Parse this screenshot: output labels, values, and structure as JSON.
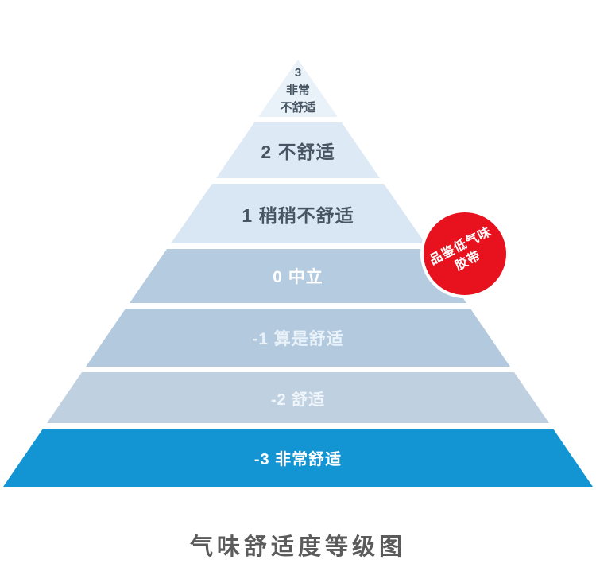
{
  "title": {
    "text": "气味舒适度等级图",
    "color": "#5b5b5b"
  },
  "badge": {
    "lines": [
      "品鉴低气味",
      "胶带"
    ],
    "bg_color": "#e8111e",
    "text_color": "#ffffff"
  },
  "pyramid": {
    "levels": [
      {
        "score": "3",
        "name": "非常不舒适",
        "lines": [
          "3",
          "非常",
          "不舒适"
        ],
        "bg": "#e9f1f9",
        "text_color": "#475562"
      },
      {
        "score": "2",
        "name": "不舒适",
        "label": "2 不舒适",
        "bg": "#dde9f5",
        "text_color": "#475562"
      },
      {
        "score": "1",
        "name": "稍稍不舒适",
        "label": "1 稍稍不舒适",
        "bg": "#d9e6f3",
        "text_color": "#475562"
      },
      {
        "score": "0",
        "name": "中立",
        "label": "0 中立",
        "bg": "#b5cbe0",
        "text_color": "#ffffff"
      },
      {
        "score": "-1",
        "name": "算是舒适",
        "label": "-1 算是舒适",
        "bg": "#b2c9de",
        "text_color": "#e9f2f9"
      },
      {
        "score": "-2",
        "name": "舒适",
        "label": "-2 舒适",
        "bg": "#bfd0e1",
        "text_color": "#eff5fa"
      },
      {
        "score": "-3",
        "name": "非常舒适",
        "label": "-3 非常舒适",
        "bg": "#1495d3",
        "text_color": "#ffffff"
      }
    ]
  }
}
